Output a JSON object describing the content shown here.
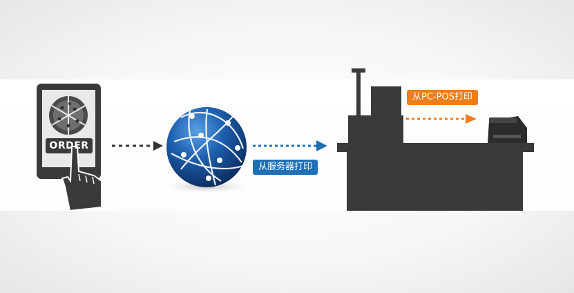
{
  "tablet": {
    "button_label": "ORDER"
  },
  "labels": {
    "server_print": "从服务器打印",
    "pc_pos_print": "从PC-POS打印"
  },
  "colors": {
    "blue_arrow": "#1f6fb7",
    "orange_arrow": "#ee7d1c",
    "dark_arrow": "#333333",
    "device_dark": "#3a3a3a"
  },
  "icons": {
    "tablet": "tablet-icon",
    "pizza": "pizza-icon",
    "hand": "hand-pointer-icon",
    "globe": "globe-icon",
    "pos_terminal": "pos-terminal-icon",
    "receipt_printer": "receipt-printer-icon"
  }
}
